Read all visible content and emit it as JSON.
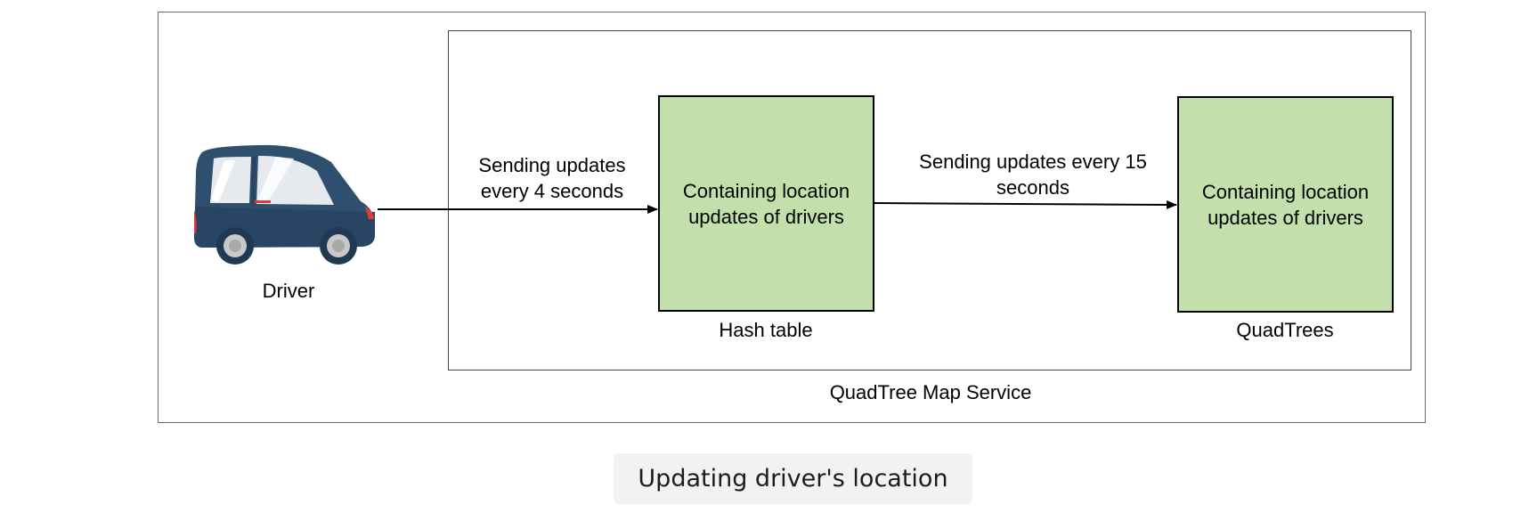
{
  "diagram": {
    "driver": {
      "label": "Driver",
      "icon": "car-icon"
    },
    "service_label": "QuadTree Map Service",
    "hash_table": {
      "text": "Containing location updates of drivers",
      "label": "Hash table"
    },
    "quadtrees": {
      "text": "Containing location updates of drivers",
      "label": "QuadTrees"
    },
    "edge_driver_to_hash": "Sending updates every 4 seconds",
    "edge_hash_to_quad": "Sending updates every 15 seconds",
    "caption": "Updating driver's location",
    "colors": {
      "node_fill": "#c2dfac",
      "car_body": "#2f4f6e",
      "car_light": "#e53935"
    }
  }
}
